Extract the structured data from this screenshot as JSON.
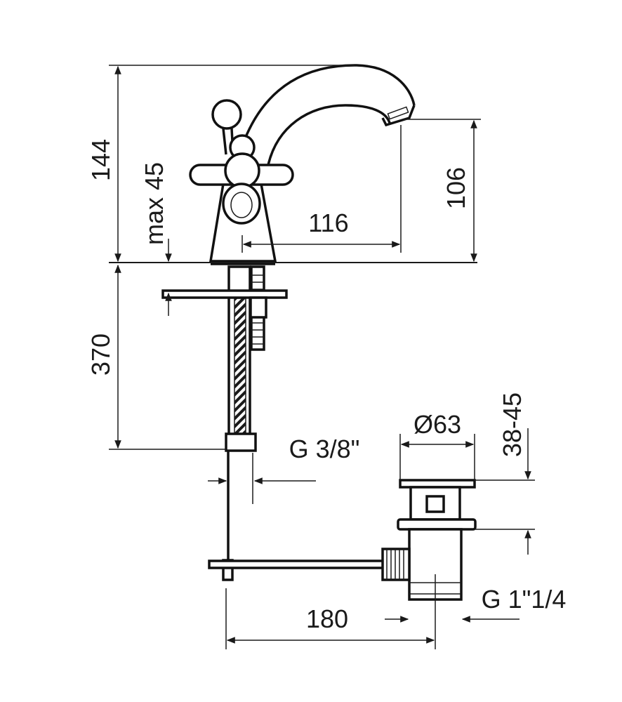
{
  "drawing": {
    "dimensions": {
      "total_height": "144",
      "max_thickness": "max 45",
      "spout_height": "106",
      "spout_reach": "116",
      "hose_length": "370",
      "waste_diameter": "Ø63",
      "waste_range": "38-45",
      "connection_size": "G 3/8\"",
      "waste_thread": "G 1\"1/4",
      "rod_length": "180"
    }
  }
}
